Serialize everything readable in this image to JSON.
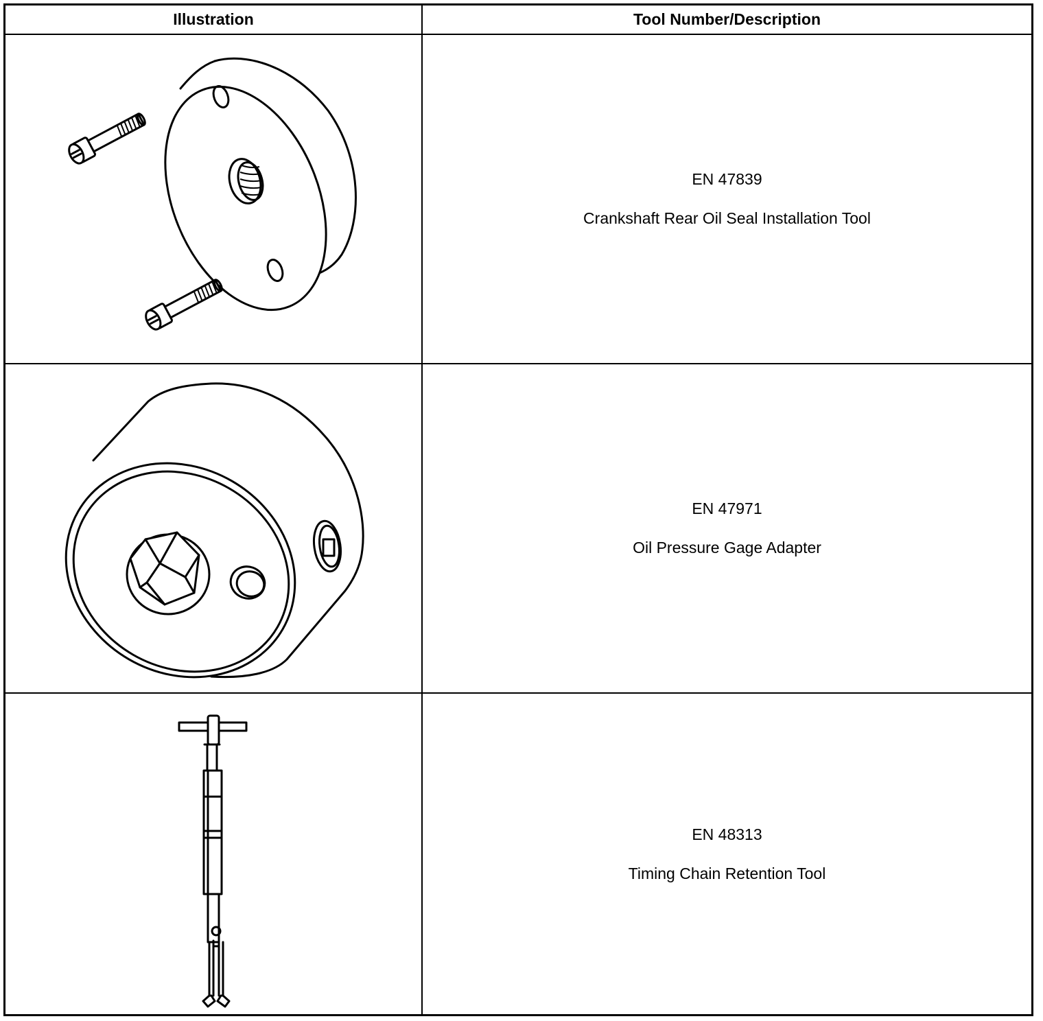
{
  "table": {
    "headers": {
      "illustration": "Illustration",
      "tool": "Tool Number/Description"
    },
    "rows": [
      {
        "illustration_icon": "crankshaft-rear-oil-seal-installation-tool-drawing",
        "tool_number": "EN 47839",
        "description": "Crankshaft Rear Oil Seal Installation Tool"
      },
      {
        "illustration_icon": "oil-pressure-gage-adapter-drawing",
        "tool_number": "EN 47971",
        "description": "Oil Pressure Gage Adapter"
      },
      {
        "illustration_icon": "timing-chain-retention-tool-drawing",
        "tool_number": "EN 48313",
        "description": "Timing Chain Retention Tool"
      }
    ]
  }
}
